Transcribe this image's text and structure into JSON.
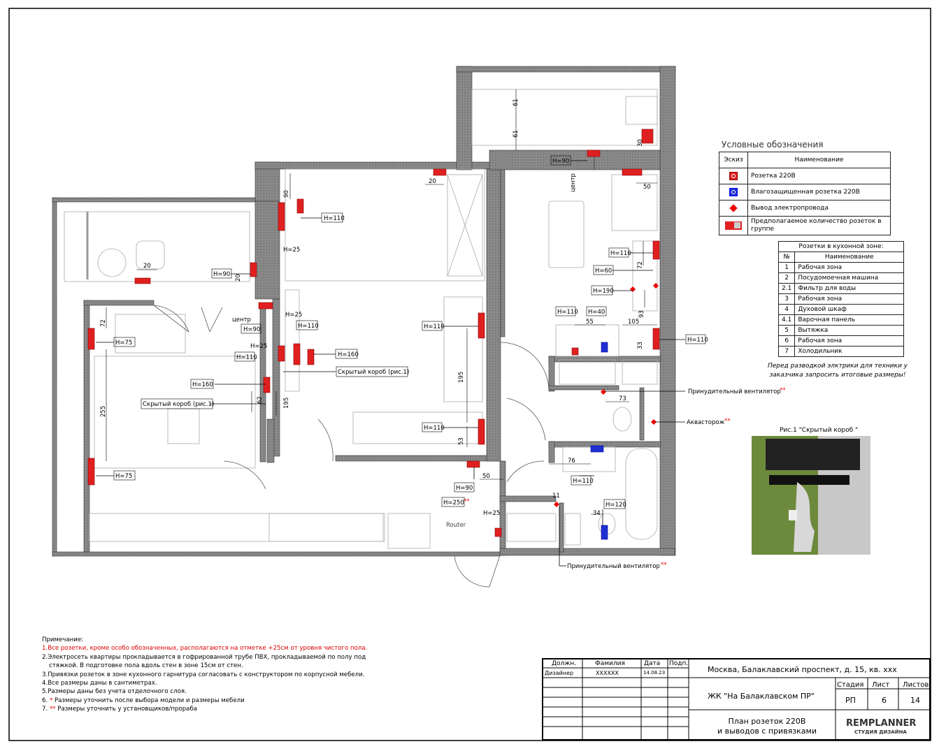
{
  "legend": {
    "title": "Условные обозначения",
    "col_sketch": "Эскиз",
    "col_name": "Наименование",
    "rows": [
      {
        "icon": "socket-220-icon",
        "label": "Розетка 220В"
      },
      {
        "icon": "waterproof-socket-icon",
        "label": "Влагозащищенная розетка 220В"
      },
      {
        "icon": "electrical-outlet-diamond-icon",
        "label": "Вывод электропровода"
      },
      {
        "icon": "socket-group-icon",
        "label": "Предполагаемое количество розеток в группе"
      }
    ]
  },
  "kitchen": {
    "title": "Розетки в кухонной зоне:",
    "col_num": "№",
    "col_name": "Наименование",
    "rows": [
      {
        "n": "1",
        "name": "Рабочая зона"
      },
      {
        "n": "2",
        "name": "Посудомоечная машина"
      },
      {
        "n": "2.1",
        "name": "Фильтр для воды"
      },
      {
        "n": "3",
        "name": "Рабочая зона"
      },
      {
        "n": "4",
        "name": "Духовой шкаф"
      },
      {
        "n": "4.1",
        "name": "Варочная панель"
      },
      {
        "n": "5",
        "name": "Вытяжка"
      },
      {
        "n": "6",
        "name": "Рабочая зона"
      },
      {
        "n": "7",
        "name": "Холодильник"
      }
    ],
    "warning": "Перед разводкой элктрики для техники у заказчика запросить итоговые размеры!"
  },
  "figure": {
    "caption": "Рис.1 \"Скрытый короб \""
  },
  "notes": {
    "title": "Примечание:",
    "n1": "1.Все розетки, кроме особо обозначенных, располагаются на отметке +25см от уровня чистого пола.",
    "n2a": "2.Электросеть квартиры прокладывается в гофрированной трубе ПВХ, прокладываемой по полу под",
    "n2b": "стяжкой. В подготовке пола вдоль стен в зоне 15см от стен.",
    "n3": "3.Привязки розеток в зоне кухонного гарнитура согласовать с конструктором по корпусной мебели.",
    "n4": "4.Все размеры даны в сантиметрах.",
    "n5": "5.Размеры даны без учета отделочного слоя.",
    "n6_mark": "*",
    "n6": "Размеры уточнить после выбора модели и размеры мебели",
    "n7_mark": "**",
    "n7": "Размеры уточнить у установщиков/прораба",
    "n6_num": "6.",
    "n7_num": "7."
  },
  "stamp": {
    "h_post": "Должн.",
    "h_name": "Фамилия",
    "h_date": "Дата",
    "h_sign": "Подп.",
    "post": "Дизайнер",
    "name": "XXXXXX",
    "date": "14.08.23",
    "address": "Москва, Балаклавский проспект, д. 15,  кв. ххх",
    "complex": "ЖК \"На Балаклавском ПР\"",
    "h_stage": "Стадия",
    "h_sheet": "Лист",
    "h_sheets": "Листов",
    "stage": "РП",
    "sheet": "6",
    "sheets": "14",
    "sheet_title_1": "План розеток 220В",
    "sheet_title_2": "и выводов с привязками",
    "logo": "REMPLANNER",
    "logo_sub": "СТУДИЯ ДИЗАЙНА"
  },
  "plan": {
    "labels": {
      "h110_a": "Н=110",
      "h25_a": "Н=25",
      "h90_a": "Н=90",
      "h90_b": "Н=90",
      "h25_b": "Н=25",
      "h110_b": "Н=110",
      "h160_a": "Н=160",
      "h75_a": "Н=75",
      "h75_b": "Н=75",
      "h160_b": "Н=160",
      "h25_c": "Н=25",
      "h110_c": "Н=110",
      "h110_d": "Н=110",
      "h110_e": "Н=110",
      "h90_c": "Н=90",
      "h250": "Н=250",
      "h250_mark": "**",
      "h25_d": "Н=25",
      "h90_k": "Н=90",
      "h110_k1": "Н=110",
      "h60_k": "Н=60",
      "h190_k": "Н=190",
      "h110_k2": "Н=110",
      "h40_k": "Н=40",
      "h110_k3": "Н=110",
      "h110_b2": "Н=110",
      "h120": "Н=120",
      "box1": "Скрытый короб (рис.1)",
      "box2": "Скрытый короб (рис.1)",
      "center1": "центр",
      "center2": "центр",
      "router": "Router",
      "vent1": "Принудительный вентилятор",
      "vent_mark": "**",
      "aquastor": "Аквасторож",
      "aquastor_mark": "**",
      "vent2": "Принудительный вентилятор"
    },
    "dims": {
      "d20_a": "20",
      "d90": "90",
      "d20_b": "20",
      "d72_a": "72",
      "d255": "255",
      "d62": "62",
      "d195_a": "195",
      "d195_b": "195",
      "d53": "53",
      "d50_a": "50",
      "d20_c": "20",
      "d61_a": "61",
      "d61_b": "61",
      "d30": "30",
      "d50_b": "50",
      "d72_b": "72",
      "d93": "93",
      "d105": "105",
      "d33": "33",
      "d55": "55",
      "d73": "73",
      "d76": "76",
      "d11": "11",
      "d34": "34"
    }
  }
}
